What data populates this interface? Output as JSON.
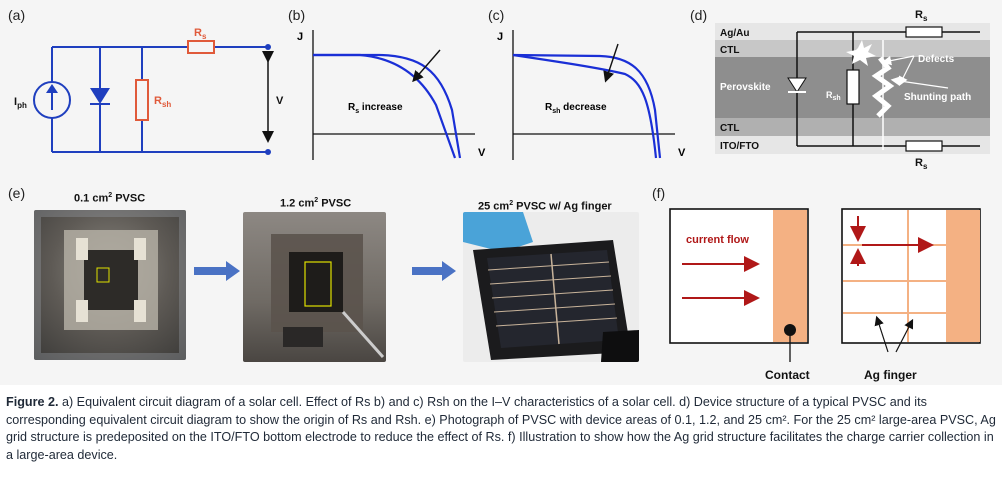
{
  "panels": {
    "a": {
      "label": "(a)",
      "Iph": "I",
      "Iph_sub": "ph",
      "Rs": "R",
      "Rs_sub": "s",
      "Rsh": "R",
      "Rsh_sub": "sh",
      "V": "V"
    },
    "b": {
      "label": "(b)",
      "J": "J",
      "V": "V",
      "annotation": "R",
      "annotation_sub": "s",
      "annotation_suffix": " increase"
    },
    "c": {
      "label": "(c)",
      "J": "J",
      "V": "V",
      "annotation": "R",
      "annotation_sub": "sh",
      "annotation_suffix": " decrease"
    },
    "d": {
      "label": "(d)",
      "layer_agau": "Ag/Au",
      "layer_ctl_top": "CTL",
      "layer_perovskite": "Perovskite",
      "layer_ctl_bottom": "CTL",
      "layer_ito": "ITO/FTO",
      "Rs_top": "R",
      "Rs_top_sub": "s",
      "Rs_bottom": "R",
      "Rs_bottom_sub": "s",
      "Rsh": "R",
      "Rsh_sub": "sh",
      "defects": "Defects",
      "shunting": "Shunting path"
    },
    "e": {
      "label": "(e)",
      "photo1_title": "0.1 cm",
      "photo1_title_sup": "2",
      "photo1_title_suffix": " PVSC",
      "photo2_title": "1.2 cm",
      "photo2_title_sup": "2",
      "photo2_title_suffix": " PVSC",
      "photo3_title": "25 cm",
      "photo3_title_sup": "2",
      "photo3_title_suffix": " PVSC w/ Ag finger"
    },
    "f": {
      "label": "(f)",
      "current_flow": "current flow",
      "contact": "Contact",
      "ag_finger": "Ag finger"
    }
  },
  "colors": {
    "circuit_blue": "#1f3fbf",
    "resistor_red": "#e05a3a",
    "curve_blue": "#1a2fd6",
    "arrow_blue": "#4a72c4",
    "flow_red": "#b01818",
    "finger_orange": "#f4b183"
  },
  "caption": {
    "figno": "Figure 2.",
    "text": " a) Equivalent circuit diagram of a solar cell. Effect of Rs b) and c) Rsh on the I–V characteristics of a solar cell. d) Device structure of a typical PVSC and its corresponding equivalent circuit diagram to show the origin of Rs and Rsh. e) Photograph of PVSC with device areas of 0.1, 1.2, and 25 cm². For the 25 cm² large-area PVSC, Ag grid structure is predeposited on the ITO/FTO bottom electrode to reduce the effect of Rs. f) Illustration to show how the Ag grid structure facilitates the charge carrier collection in a large-area device."
  }
}
